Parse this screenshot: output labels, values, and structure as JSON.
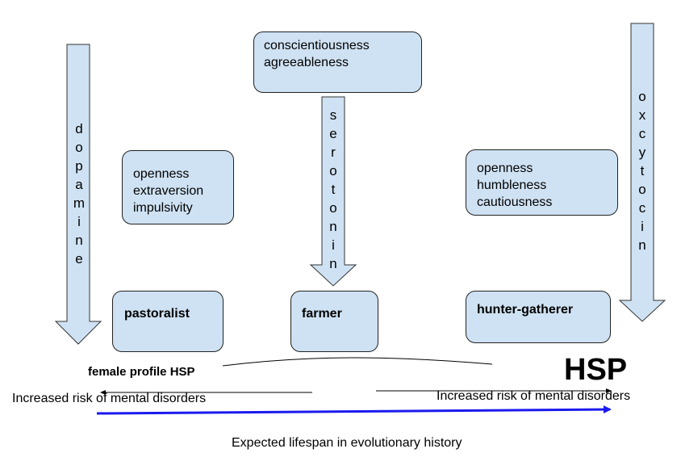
{
  "boxes": {
    "top_traits": [
      "conscientiousness",
      "agreeableness"
    ],
    "left_traits": [
      "openness",
      "extraversion",
      "impulsivity"
    ],
    "right_traits": [
      "openness",
      "humbleness",
      "cautiousness"
    ],
    "pastoralist": "pastoralist",
    "farmer": "farmer",
    "hunter_gatherer": "hunter-gatherer"
  },
  "arrows": {
    "dopamine": [
      "d",
      "o",
      "p",
      "a",
      "m",
      "i",
      "n",
      "e"
    ],
    "serotonin": [
      "s",
      "e",
      "r",
      "o",
      "t",
      "o",
      "n",
      "i",
      "n"
    ],
    "oxcytocin": [
      "o",
      "x",
      "c",
      "y",
      "t",
      "o",
      "c",
      "i",
      "n"
    ]
  },
  "labels": {
    "female_profile": "female profile HSP",
    "hsp": "HSP",
    "risk_left": "Increased risk of mental disorders",
    "risk_right": "Increased risk of mental disorders",
    "lifespan": "Expected lifespan in evolutionary history"
  },
  "colors": {
    "box_fill": "#cfe2f3",
    "lifespan_arrow": "#1a1aee"
  }
}
